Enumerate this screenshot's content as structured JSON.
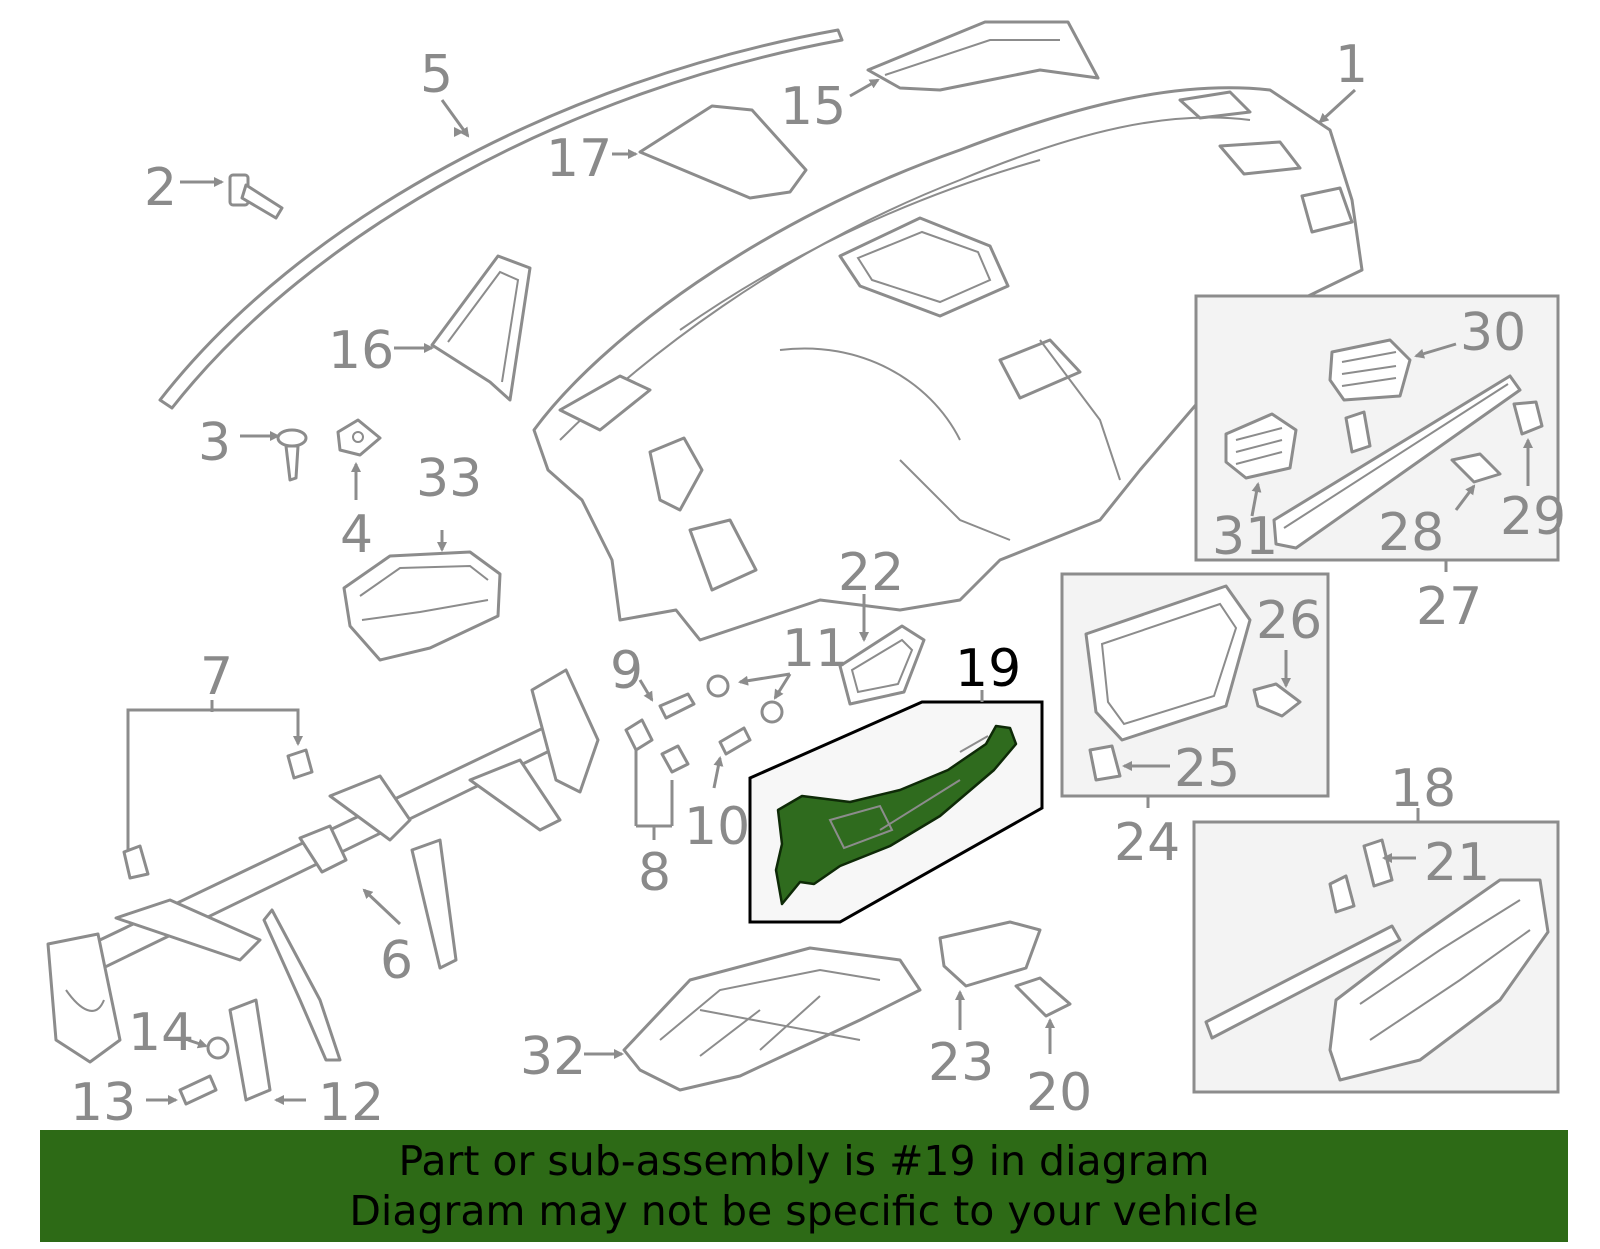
{
  "callouts": {
    "c1": "1",
    "c2": "2",
    "c3": "3",
    "c4": "4",
    "c5": "5",
    "c6": "6",
    "c7": "7",
    "c8": "8",
    "c9": "9",
    "c10": "10",
    "c11": "11",
    "c12": "12",
    "c13": "13",
    "c14": "14",
    "c15": "15",
    "c16": "16",
    "c17": "17",
    "c18": "18",
    "c19": "19",
    "c20": "20",
    "c21": "21",
    "c22": "22",
    "c23": "23",
    "c24": "24",
    "c25": "25",
    "c26": "26",
    "c27": "27",
    "c28": "28",
    "c29": "29",
    "c30": "30",
    "c31": "31",
    "c32": "32",
    "c33": "33"
  },
  "highlight": {
    "part_number": "19",
    "color": "#2f6b1e"
  },
  "banner": {
    "line1": "Part or sub-assembly is #19 in diagram",
    "line2": "Diagram may not be specific to your vehicle",
    "background": "#2d6a16"
  }
}
